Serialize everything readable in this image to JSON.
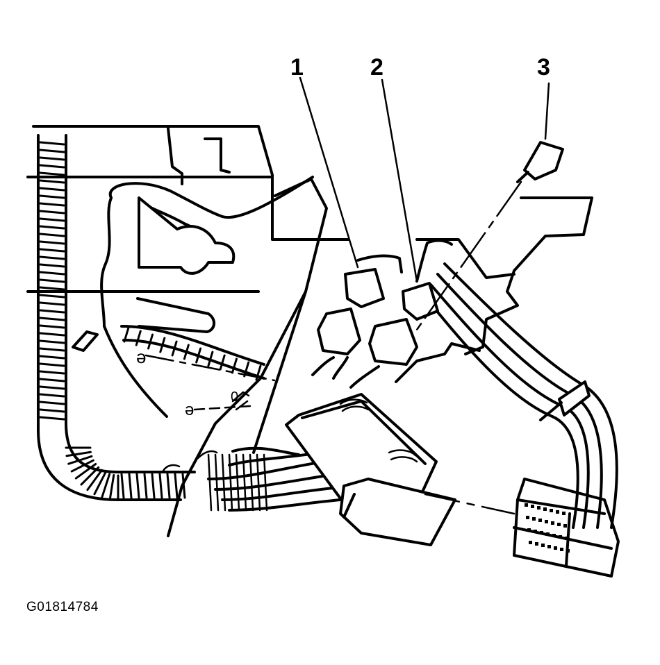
{
  "callouts": [
    {
      "id": "1",
      "label": "1"
    },
    {
      "id": "2",
      "label": "2"
    },
    {
      "id": "3",
      "label": "3"
    }
  ],
  "figure_id": "G01814784",
  "colors": {
    "ink": "#000000",
    "paper": "#ffffff"
  },
  "icons": [
    "wiring-harness-conduit",
    "electrical-connector",
    "multi-pin-connector",
    "wire-clip"
  ]
}
